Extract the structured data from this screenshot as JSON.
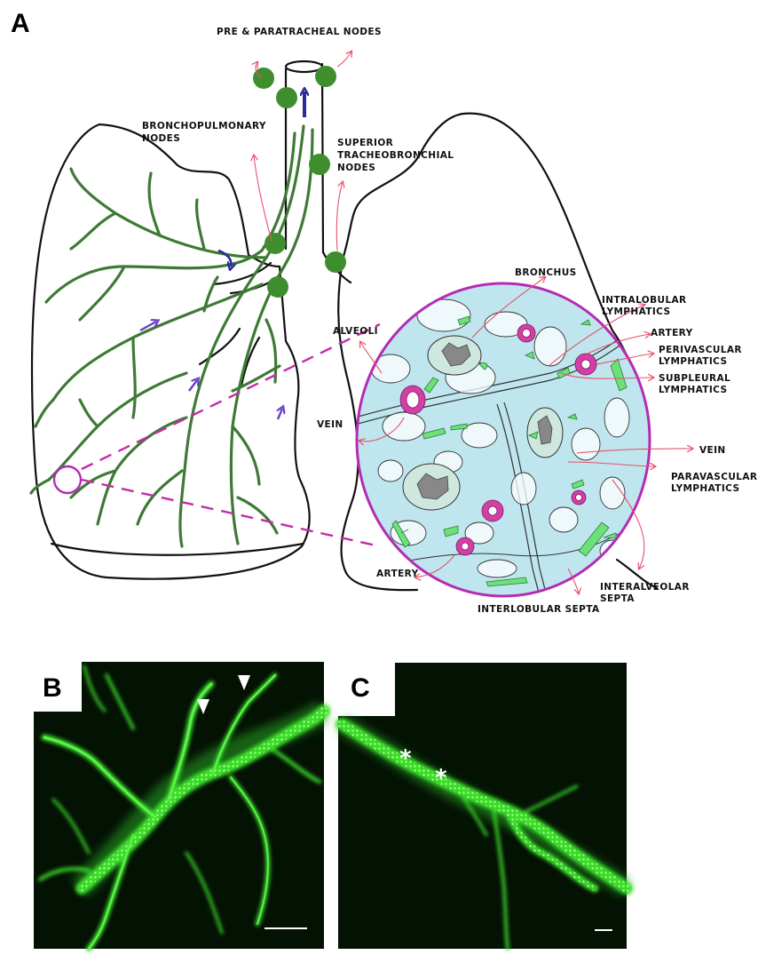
{
  "panels": {
    "a": "A",
    "b": "B",
    "c": "C"
  },
  "labels": {
    "pre_paratracheal": "PRE & PARATRACHEAL NODES",
    "bronchopulmonary_1": "BRONCHOPULMONARY",
    "bronchopulmonary_2": "NODES",
    "superior_1": "SUPERIOR",
    "superior_2": "TRACHEOBRONCHIAL",
    "superior_3": "NODES",
    "bronchus": "BRONCHUS",
    "intralobular_1": "INTRALOBULAR",
    "intralobular_2": "LYMPHATICS",
    "artery_top": "ARTERY",
    "perivascular_1": "PERIVASCULAR",
    "perivascular_2": "LYMPHATICS",
    "subpleural_1": "SUBPLEURAL",
    "subpleural_2": "LYMPHATICS",
    "alveoli": "ALVEOLI",
    "vein_left": "VEIN",
    "vein_right": "VEIN",
    "paravascular_1": "PARAVASCULAR",
    "paravascular_2": "LYMPHATICS",
    "artery_bottom": "ARTERY",
    "interalveolar_1": "INTERALVEOLAR",
    "interalveolar_2": "SEPTA",
    "interlobular": "INTERLOBULAR SEPTA"
  },
  "markers": {
    "arrowheads_b": 2,
    "asterisks_c": [
      "*",
      "*"
    ]
  },
  "colors": {
    "lymphatic_branch": "#3e7a35",
    "lymph_node": "#3f8e2e",
    "flow_arrow_blue": "#2a2a9a",
    "flow_arrow_purple": "#6a3fc8",
    "magnification_circle": "#b52bb5",
    "tissue_fill": "#bfe6ee",
    "artery": "#d33fa6",
    "lymphatic_vessel": "#6ce07a",
    "connector_arrow": "#e8506a",
    "micrograph_background": "#041204",
    "micrograph_signal": "#3bdc2a"
  },
  "icons": {
    "node": "green-dot-icon",
    "flow": "flow-arrow-icon",
    "arrowhead": "white-triangle-icon",
    "asterisk": "asterisk-icon"
  }
}
